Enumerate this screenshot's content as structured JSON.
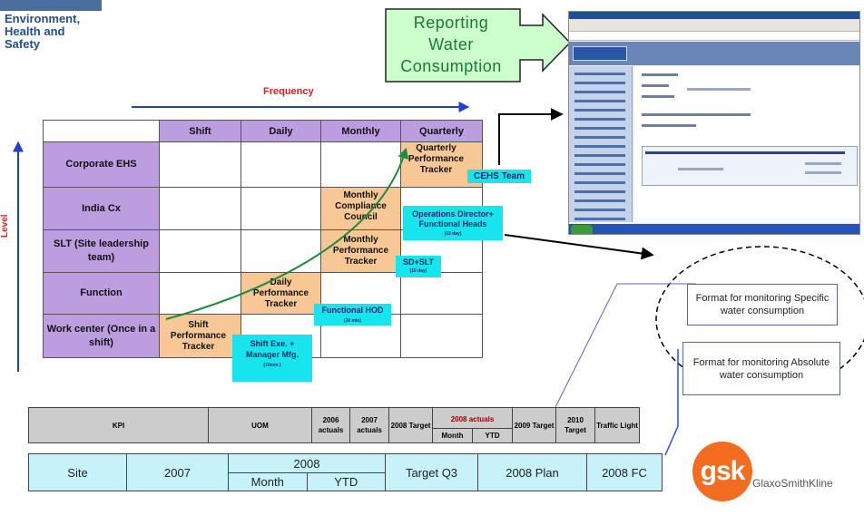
{
  "logo": {
    "lines": [
      "Environment,",
      "Health and",
      "Safety"
    ]
  },
  "reporting_callout": {
    "lines": [
      "Reporting",
      "Water",
      "Consumption"
    ]
  },
  "axes": {
    "horizontal": "Frequency",
    "vertical": "Level"
  },
  "matrix": {
    "columns": [
      "Shift",
      "Daily",
      "Monthly",
      "Quarterly"
    ],
    "rows": [
      {
        "label": "Corporate EHS"
      },
      {
        "label": "India Cx"
      },
      {
        "label": "SLT (Site leadership team)"
      },
      {
        "label": "Function"
      },
      {
        "label": "Work center (Once in a shift)"
      }
    ],
    "forums": {
      "quarterly": "Quarterly Performance Tracker",
      "monthly_compliance": "Monthly Compliance Council",
      "monthly_tracker": "Monthly Performance Tracker",
      "daily": "Daily Performance Tracker",
      "shift": "Shift Performance Tracker"
    }
  },
  "teams": {
    "cehs": "CEHS Team",
    "ops": {
      "title": "Operations Director+ Functional Heads",
      "duration": "(03 day)"
    },
    "sdslt": {
      "title": "SD+SLT",
      "duration": "(10 day)"
    },
    "hod": {
      "title": "Functional HOD",
      "duration": "(30 min)"
    },
    "shift": {
      "title": "Shift Exe. + Manager Mfg.",
      "duration": "(10min )"
    }
  },
  "format_boxes": {
    "specific": "Format for monitoring Specific water consumption",
    "absolute": "Format for monitoring Absolute water consumption"
  },
  "kpi_header": {
    "kpi": "KPI",
    "uom": "UOM",
    "actuals_2006": "2006 actuals",
    "actuals_2007": "2007 actuals",
    "target_2008": "2008 Target",
    "actuals_2008": "2008 actuals",
    "month": "Month",
    "ytd": "YTD",
    "target_2009": "2009 Target",
    "target_2010": "2010 Target",
    "traffic": "Traffic Light"
  },
  "site_row": {
    "site": "Site",
    "year_2007": "2007",
    "year_2008": "2008",
    "month": "Month",
    "ytd": "YTD",
    "target_q3": "Target Q3",
    "plan_2008": "2008 Plan",
    "fc_2008": "2008 FC"
  },
  "brand": {
    "mark": "gsk",
    "name": "GlaxoSmithKline"
  },
  "colors": {
    "header_purple": "#bc9ee0",
    "forum_orange": "#f7c796",
    "team_cyan": "#18e4ee",
    "callout_green": "#ccffcc",
    "gsk_orange": "#f36d21"
  }
}
